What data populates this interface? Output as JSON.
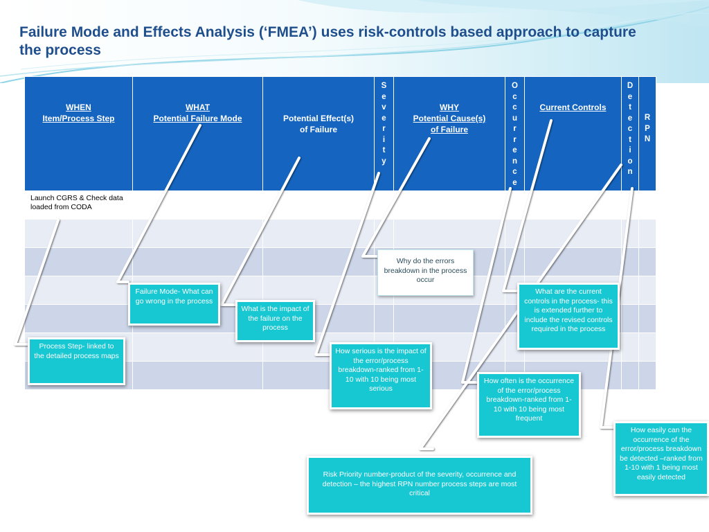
{
  "title": "Failure Mode and Effects Analysis (‘FMEA’) uses risk-controls based approach to capture the process",
  "table": {
    "headers": {
      "when_1": "WHEN",
      "when_2": "Item/Process Step",
      "what_1": "WHAT",
      "what_2": "Potential Failure Mode",
      "effect_1": "Potential Effect(s)",
      "effect_2": "of Failure",
      "severity": [
        "S",
        "e",
        "v",
        "e",
        "r",
        "i",
        "t",
        "y"
      ],
      "why_1": "WHY",
      "why_2": "Potential Cause(s)",
      "why_3": "of Failure",
      "occurrence": [
        "O",
        "c",
        "c",
        "u",
        "r",
        "r",
        "e",
        "n",
        "c",
        "e"
      ],
      "controls": "Current Controls",
      "detection": [
        "D",
        "e",
        "t",
        "e",
        "c",
        "t",
        "i",
        "o",
        "n"
      ],
      "rpn": [
        "R",
        "P",
        "N"
      ]
    },
    "first_row_step": "Launch CGRS & Check data loaded from CODA"
  },
  "callouts": {
    "process_step": "Process Step- linked to the detailed process maps",
    "failure_mode": "Failure  Mode- What can go wrong  in the process",
    "effect": "What is the impact of the failure on the process",
    "severity": "How  serious is the impact of the error/process breakdown-ranked from 1-10 with 10 being most serious",
    "cause": "Why do the errors breakdown in the process occur",
    "occurrence": "How often is the occurrence of the error/process breakdown-ranked from 1-10 with 10 being most frequent",
    "controls": "What are the current controls in the process- this is extended further to include the revised controls required in the process",
    "detection": "How easily can the occurrence of the error/process breakdown be detected –ranked from 1-10 with 1 being most easily detected",
    "rpn": "Risk Priority number-product of the severity, occurrence and detection – the highest RPN number process steps are most critical"
  },
  "colors": {
    "title": "#1f4e8c",
    "header_bg": "#1565c0",
    "row_dark": "#cdd6e8",
    "row_light": "#e8ecf5",
    "callout_bg": "#17c7d2"
  }
}
